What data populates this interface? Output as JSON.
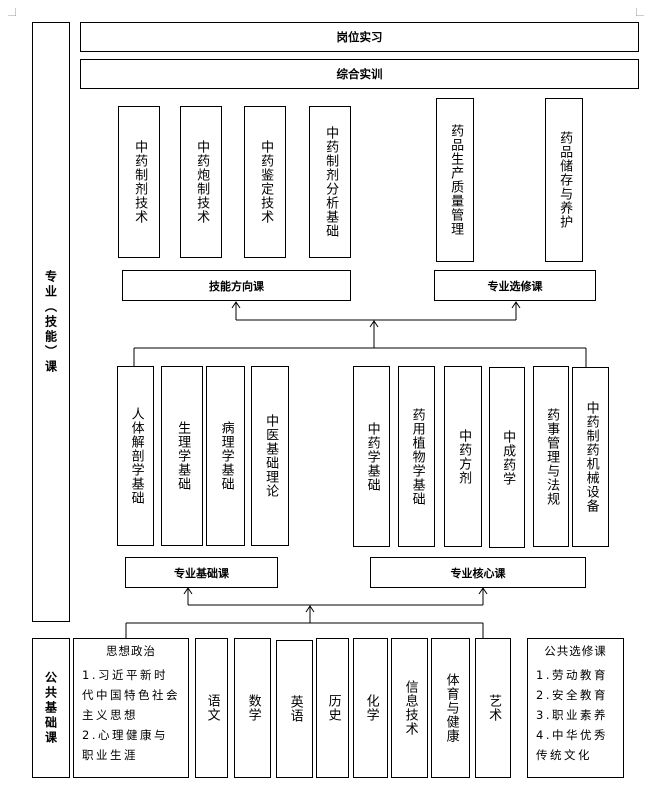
{
  "top_bars": {
    "internship": "岗位实习",
    "comprehensive_training": "综合实训"
  },
  "side_label": "专业（技能）课",
  "skill_direction": {
    "label": "技能方向课",
    "courses": [
      "中药制剂技术",
      "中药炮制技术",
      "中药鉴定技术",
      "中药制剂分析基础"
    ]
  },
  "elective": {
    "label": "专业选修课",
    "courses": [
      "药品生产质量管理",
      "药品储存与养护"
    ]
  },
  "basic": {
    "label": "专业基础课",
    "courses": [
      "人体解剖学基础",
      "生理学基础",
      "病理学基础",
      "中医基础理论"
    ]
  },
  "core": {
    "label": "专业核心课",
    "courses": [
      "中药学基础",
      "药用植物学基础",
      "中药方剂",
      "中成药学",
      "药事管理与法规",
      "中药制药机械设备"
    ]
  },
  "public_basic": {
    "label": "公共基础课",
    "politics": {
      "title": "思想政治",
      "items": [
        "1.习近平新时代中国特色社会主义思想",
        "2.心理健康与职业生涯"
      ]
    },
    "courses": [
      "语文",
      "数学",
      "英语",
      "历史",
      "化学",
      "信息技术",
      "体育与健康",
      "艺术"
    ]
  },
  "public_elective": {
    "title": "公共选修课",
    "items": [
      "1.劳动教育",
      "2.安全教育",
      "3.职业素养",
      "4.中华优秀传统文化"
    ]
  }
}
